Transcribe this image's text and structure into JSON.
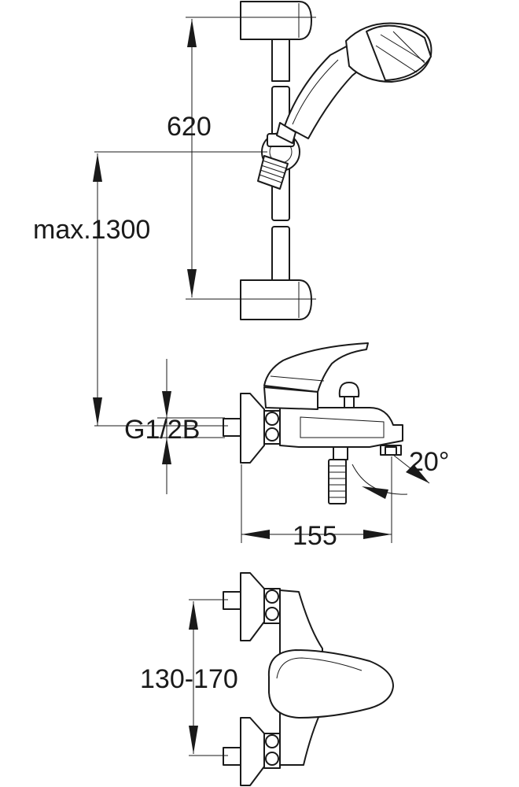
{
  "dimensions": {
    "rail_length": "620",
    "max_height": "max.1300",
    "thread": "G1/2B",
    "spout_angle": "20°",
    "spout_projection": "155",
    "inlet_centres": "130-170"
  },
  "colors": {
    "line": "#1a1a1a",
    "background": "#ffffff"
  }
}
